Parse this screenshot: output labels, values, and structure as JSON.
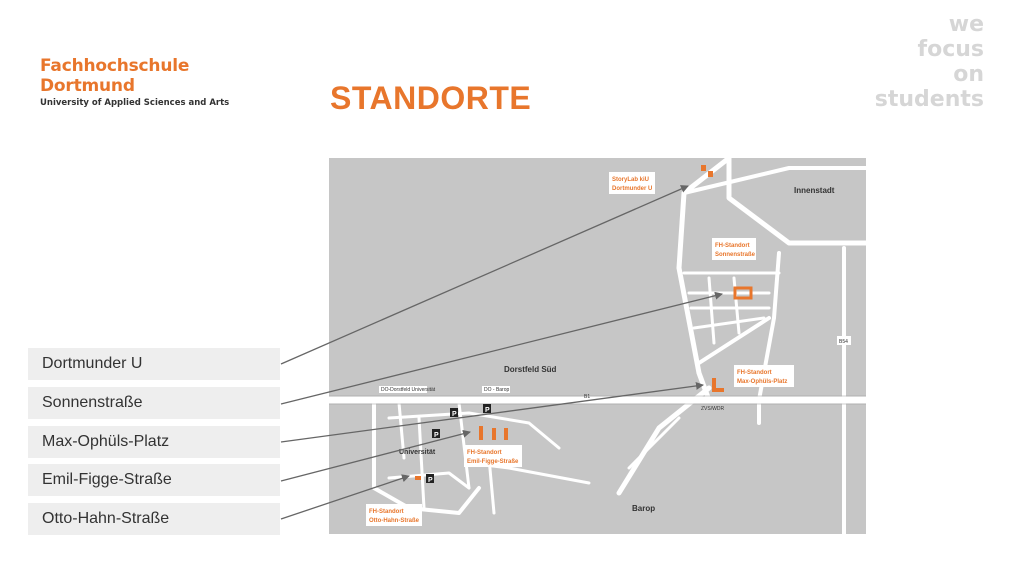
{
  "logo": {
    "line1": "Fachhochschule",
    "line2": "Dortmund",
    "line3": "University of Applied Sciences and Arts"
  },
  "slogan": [
    "we",
    "focus",
    "on",
    "students"
  ],
  "title": "STANDORTE",
  "locations": [
    "Dortmunder U",
    "Sonnenstraße",
    "Max-Ophüls-Platz",
    "Emil-Figge-Straße",
    "Otto-Hahn-Straße"
  ],
  "map": {
    "districts": {
      "innenstadt": "Innenstadt",
      "dorstfeld_sued": "Dorstfeld Süd",
      "barop": "Barop",
      "universitaet": "Universität"
    },
    "labels": {
      "storylab_1": "StoryLab kiU",
      "storylab_2": "Dortmunder U",
      "sonnen_1": "FH-Standort",
      "sonnen_2": "Sonnenstraße",
      "max_1": "FH-Standort",
      "max_2": "Max-Ophüls-Platz",
      "emil_1": "FH-Standort",
      "emil_2": "Emil-Figge-Straße",
      "otto_1": "FH-Standort",
      "otto_2": "Otto-Hahn-Straße",
      "station_uni": "DO-Dorstfeld Universität",
      "station_barop": "DO - Barop",
      "zvs": "ZVS/WDR",
      "b54": "B54",
      "b1": "B1",
      "parking": "P"
    },
    "colors": {
      "background": "#c6c6c6",
      "road": "#ffffff",
      "marker": "#e8762c",
      "parking": "#222222",
      "arrow": "#666666"
    }
  }
}
